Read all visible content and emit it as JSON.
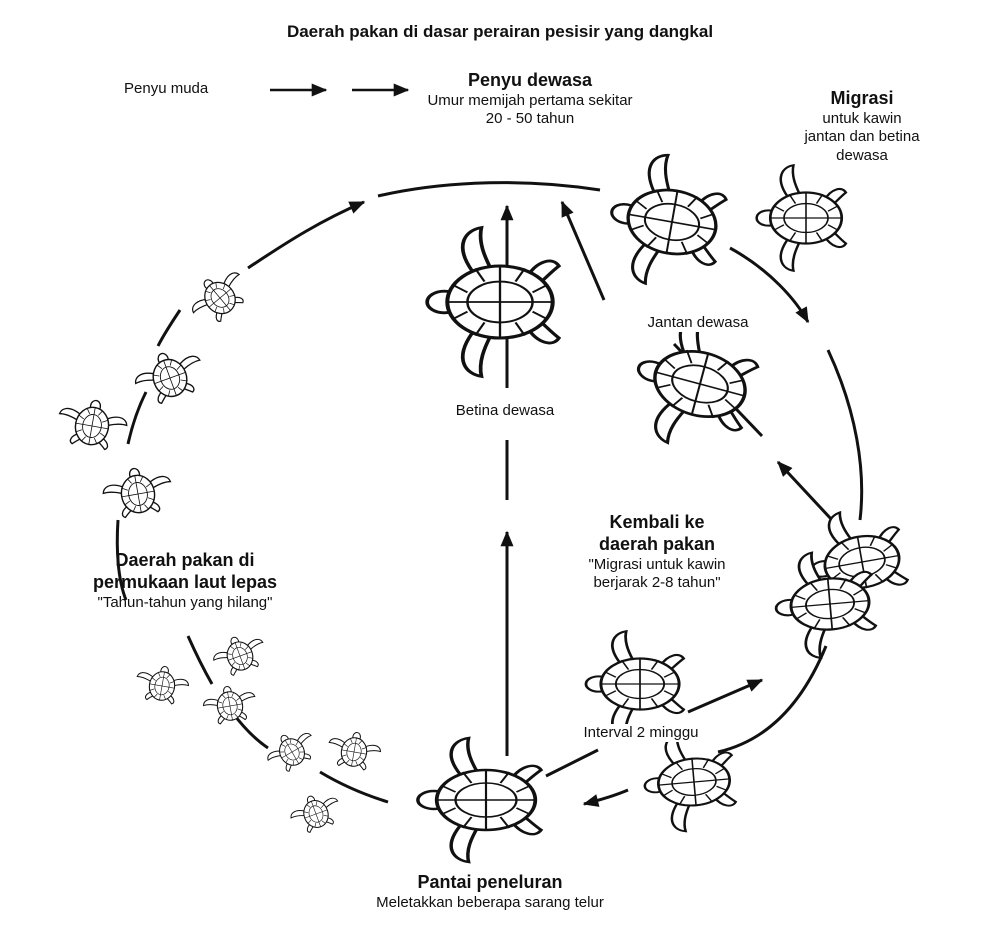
{
  "header": {
    "title": "Daerah pakan di dasar perairan pesisir yang dangkal"
  },
  "top": {
    "young_label": "Penyu muda",
    "adult_title": "Penyu dewasa",
    "adult_desc_1": "Umur memijah pertama sekitar",
    "adult_desc_2": "20 - 50 tahun"
  },
  "migration": {
    "title": "Migrasi",
    "line1": "untuk kawin",
    "line2": "jantan dan betina",
    "line3": "dewasa"
  },
  "labels": {
    "male": "Jantan dewasa",
    "female": "Betina dewasa",
    "interval": "Interval 2 minggu"
  },
  "return_feeding": {
    "title1": "Kembali ke",
    "title2": "daerah pakan",
    "desc1": "\"Migrasi untuk kawin",
    "desc2": "berjarak 2-8 tahun\""
  },
  "open_sea": {
    "title1": "Daerah pakan di",
    "title2": "permukaan laut lepas",
    "desc": "\"Tahun-tahun yang hilang\""
  },
  "nesting": {
    "title": "Pantai peneluran",
    "desc": "Meletakkan beberapa sarang telur"
  },
  "colors": {
    "ink": "#111111",
    "shell_fill": "#ffffff"
  },
  "icons": {
    "turtle": "sea-turtle-drawing",
    "arrow": "arrowhead"
  }
}
